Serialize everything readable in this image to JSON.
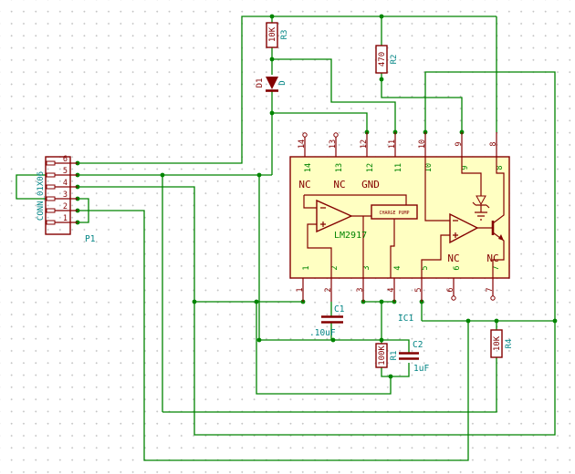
{
  "schematic": {
    "connector": {
      "ref": "P1",
      "value": "CONN_01X06",
      "pins": [
        "6",
        "5",
        "4",
        "3",
        "2",
        "1"
      ]
    },
    "resistors": {
      "r3": {
        "ref": "R3",
        "value": "10K"
      },
      "r2": {
        "ref": "R2",
        "value": "470"
      },
      "r1": {
        "ref": "R1",
        "value": "100K"
      },
      "r4": {
        "ref": "R4",
        "value": "10K"
      }
    },
    "capacitors": {
      "c1": {
        "ref": "C1",
        "value": ".10uF"
      },
      "c2": {
        "ref": "C2",
        "value": "1uF"
      }
    },
    "diode": {
      "ref": "D1",
      "value": "D"
    },
    "ic": {
      "ref": "IC1",
      "value": "LM2917",
      "charge_pump": "CHARGE PUMP",
      "top_pins": [
        "14",
        "13",
        "12",
        "11",
        "10",
        "9",
        "8"
      ],
      "bottom_pins": [
        "1",
        "2",
        "3",
        "4",
        "5",
        "6",
        "7"
      ],
      "top_labels": [
        "NC",
        "NC",
        "GND"
      ],
      "bottom_labels": [
        "NC",
        "NC"
      ]
    },
    "colors": {
      "wire": "#008400",
      "component_outline": "#840000",
      "reference_text": "#008484",
      "ic_fill": "#ffffc2",
      "grid_dot": "#c4c4c4"
    }
  }
}
